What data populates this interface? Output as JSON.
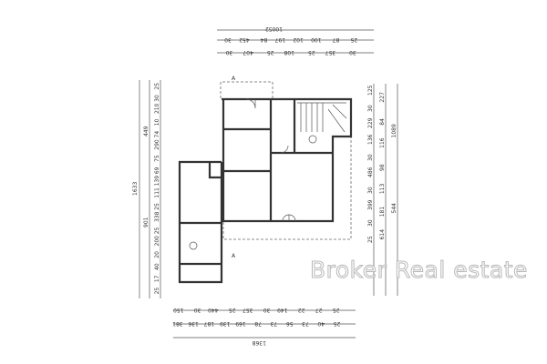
{
  "watermark": "Broker Real estate",
  "section_marker": "A",
  "dimensions": {
    "top_total": "10052",
    "top_row1": [
      "25",
      "87",
      "100",
      "102",
      "197",
      "84",
      "452",
      "30"
    ],
    "top_row2": [
      "30",
      "357",
      "25",
      "108",
      "25",
      "407",
      "30"
    ],
    "left_total": "1633",
    "left_row1": [
      "901",
      "449"
    ],
    "left_row2": [
      "25",
      "17",
      "40",
      "20",
      "200",
      "25",
      "338",
      "25",
      "111",
      "139",
      "69",
      "75",
      "290",
      "74",
      "10",
      "210",
      "30",
      "25"
    ],
    "right_row1": [
      "25",
      "30",
      "399",
      "30",
      "486",
      "30",
      "136",
      "229",
      "30",
      "125"
    ],
    "right_row2": [
      "614",
      "181",
      "113",
      "98",
      "116",
      "84",
      "227"
    ],
    "right_total": [
      "544",
      "1089"
    ],
    "bottom_row1": [
      "25",
      "27",
      "22",
      "149",
      "30",
      "357",
      "25",
      "440",
      "30",
      "150"
    ],
    "bottom_row2": [
      "25",
      "40",
      "73",
      "56",
      "73",
      "78",
      "169",
      "139",
      "187",
      "136",
      "381"
    ],
    "bottom_total": "1368"
  }
}
